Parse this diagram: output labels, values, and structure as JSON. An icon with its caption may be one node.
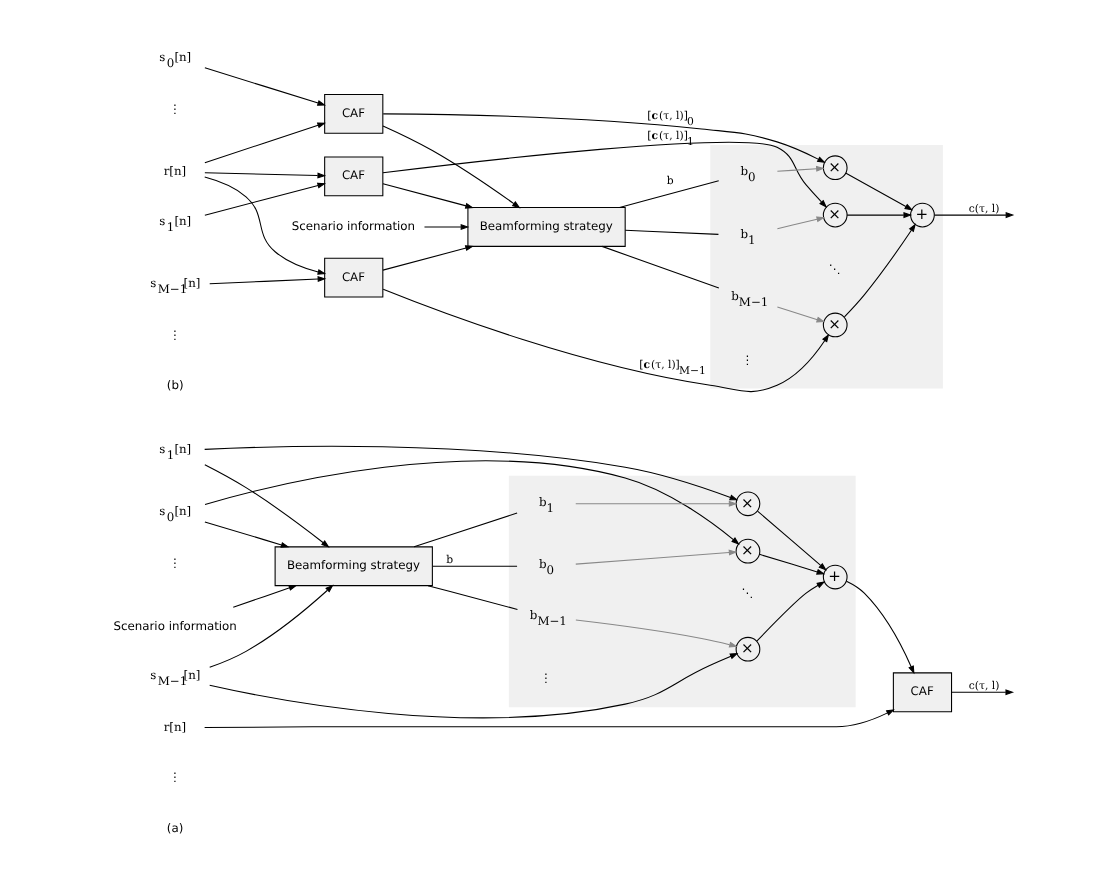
{
  "diagram": {
    "nodes": [
      {
        "text": [
          "s$_{0}$[n]"
        ]
      },
      {
        "text": [
          "s$_{1}$[n]"
        ]
      },
      {
        "text": [
          "s$_{M−1}$[n]"
        ]
      },
      {
        "text": [
          "Scenario information"
        ]
      },
      {
        "text": [
          "r[n]"
        ]
      },
      {
        "text": [
          "Beamforming strategy"
        ]
      },
      {
        "text": [],
        "shape": "box"
      },
      {
        "text": [
          "×"
        ],
        "in": 6
      },
      {
        "text": [
          "×"
        ],
        "in": 6
      },
      {
        "text": [
          "×"
        ],
        "in": 6
      },
      {
        "text": [
          "+"
        ],
        "in": 6
      },
      {
        "text": [
          "b$_{0}$"
        ],
        "in": 6
      },
      {
        "text": [
          "b$_{1}$"
        ],
        "in": 6
      },
      {
        "text": [
          "b$_{M−1}$"
        ],
        "in": 6
      },
      {
        "text": [
          "CAF"
        ]
      },
      {
        "text": [
          "s$_{0}$[n]"
        ]
      },
      {
        "text": [
          "s$_{1}$[n]"
        ]
      },
      {
        "text": [
          "s$_{M−1}$[n]"
        ]
      },
      {
        "text": [
          "r[n]"
        ]
      },
      {
        "text": [
          "Scenario information"
        ]
      },
      {
        "text": [
          "CAF"
        ]
      },
      {
        "text": [
          "CAF"
        ]
      },
      {
        "text": [
          "CAF"
        ]
      },
      {
        "text": [
          "Beamforming strategy"
        ]
      },
      {
        "text": [],
        "shape": "box"
      },
      {
        "text": [
          "×"
        ],
        "in": 24
      },
      {
        "text": [
          "×"
        ],
        "in": 24
      },
      {
        "text": [
          "×"
        ],
        "in": 24
      },
      {
        "text": [
          "+"
        ],
        "in": 24
      },
      {
        "text": [
          "b$_{0}$"
        ],
        "in": 24
      },
      {
        "text": [
          "b$_{1}$"
        ],
        "in": 24
      },
      {
        "text": [
          "b$_{M−1}$"
        ],
        "in": 24
      }
    ],
    "edges": [
      {
        "from": 0,
        "to": 7,
        "arrow": "to"
      },
      {
        "from": 1,
        "to": 8,
        "arrow": "to"
      },
      {
        "from": 2,
        "to": 9,
        "arrow": "to"
      },
      {
        "from": 0,
        "to": 5,
        "arrow": "to"
      },
      {
        "from": 1,
        "to": 5,
        "arrow": "to"
      },
      {
        "from": 2,
        "to": 5,
        "arrow": "to"
      },
      {
        "from": 3,
        "to": 5,
        "arrow": "to"
      },
      {
        "from": 5,
        "to": 11,
        "arrow": "none",
        "label": "b"
      },
      {
        "from": 5,
        "to": 12,
        "arrow": "none"
      },
      {
        "from": 5,
        "to": 13,
        "arrow": "none"
      },
      {
        "from": 11,
        "to": 7,
        "arrow": "to",
        "color": "#888888"
      },
      {
        "from": 12,
        "to": 8,
        "arrow": "to",
        "color": "#888888"
      },
      {
        "from": 13,
        "to": 9,
        "arrow": "to",
        "color": "#888888"
      },
      {
        "from": 7,
        "to": 10,
        "arrow": "to"
      },
      {
        "from": 8,
        "to": 10,
        "arrow": "to"
      },
      {
        "from": 9,
        "to": 10,
        "arrow": "to"
      },
      {
        "from": 10,
        "to": 14,
        "arrow": "to"
      },
      {
        "from": 4,
        "to": 14,
        "arrow": "to"
      },
      {
        "from": 14,
        "to": null,
        "arrow": "to",
        "label": "c(τ, l)"
      },
      {
        "from": 15,
        "to": 20,
        "arrow": "to"
      },
      {
        "from": 16,
        "to": 21,
        "arrow": "to"
      },
      {
        "from": 17,
        "to": 22,
        "arrow": "to"
      },
      {
        "from": 18,
        "to": 20,
        "arrow": "to"
      },
      {
        "from": 18,
        "to": 21,
        "arrow": "to"
      },
      {
        "from": 18,
        "to": 22,
        "arrow": "to"
      },
      {
        "from": 20,
        "to": 25,
        "arrow": "to",
        "label": "[**c**(τ, l)]$_{0}$"
      },
      {
        "from": 21,
        "to": 26,
        "arrow": "to",
        "label": "[**c**(τ, l)]$_{1}$"
      },
      {
        "from": 22,
        "to": 27,
        "arrow": "to",
        "label": "[**c**(τ, l)]$_{M−1}$"
      },
      {
        "from": 20,
        "to": 23,
        "arrow": "to"
      },
      {
        "from": 21,
        "to": 23,
        "arrow": "to"
      },
      {
        "from": 22,
        "to": 23,
        "arrow": "to"
      },
      {
        "from": 19,
        "to": 23,
        "arrow": "to"
      },
      {
        "from": 23,
        "to": 29,
        "arrow": "none",
        "label": "b"
      },
      {
        "from": 23,
        "to": 30,
        "arrow": "none"
      },
      {
        "from": 23,
        "to": 31,
        "arrow": "none"
      },
      {
        "from": 29,
        "to": 25,
        "arrow": "to",
        "color": "#888888"
      },
      {
        "from": 30,
        "to": 26,
        "arrow": "to",
        "color": "#888888"
      },
      {
        "from": 31,
        "to": 27,
        "arrow": "to",
        "color": "#888888"
      },
      {
        "from": 25,
        "to": 28,
        "arrow": "to"
      },
      {
        "from": 26,
        "to": 28,
        "arrow": "to"
      },
      {
        "from": 27,
        "to": 28,
        "arrow": "to"
      },
      {
        "from": 28,
        "to": null,
        "arrow": "to",
        "label": "c(τ, l)"
      }
    ],
    "labels": [
      "⋮",
      "⋮",
      "⋱",
      "⋮",
      "(a)",
      "⋮",
      "⋱",
      "⋮",
      "⋮",
      "(b)"
    ]
  }
}
